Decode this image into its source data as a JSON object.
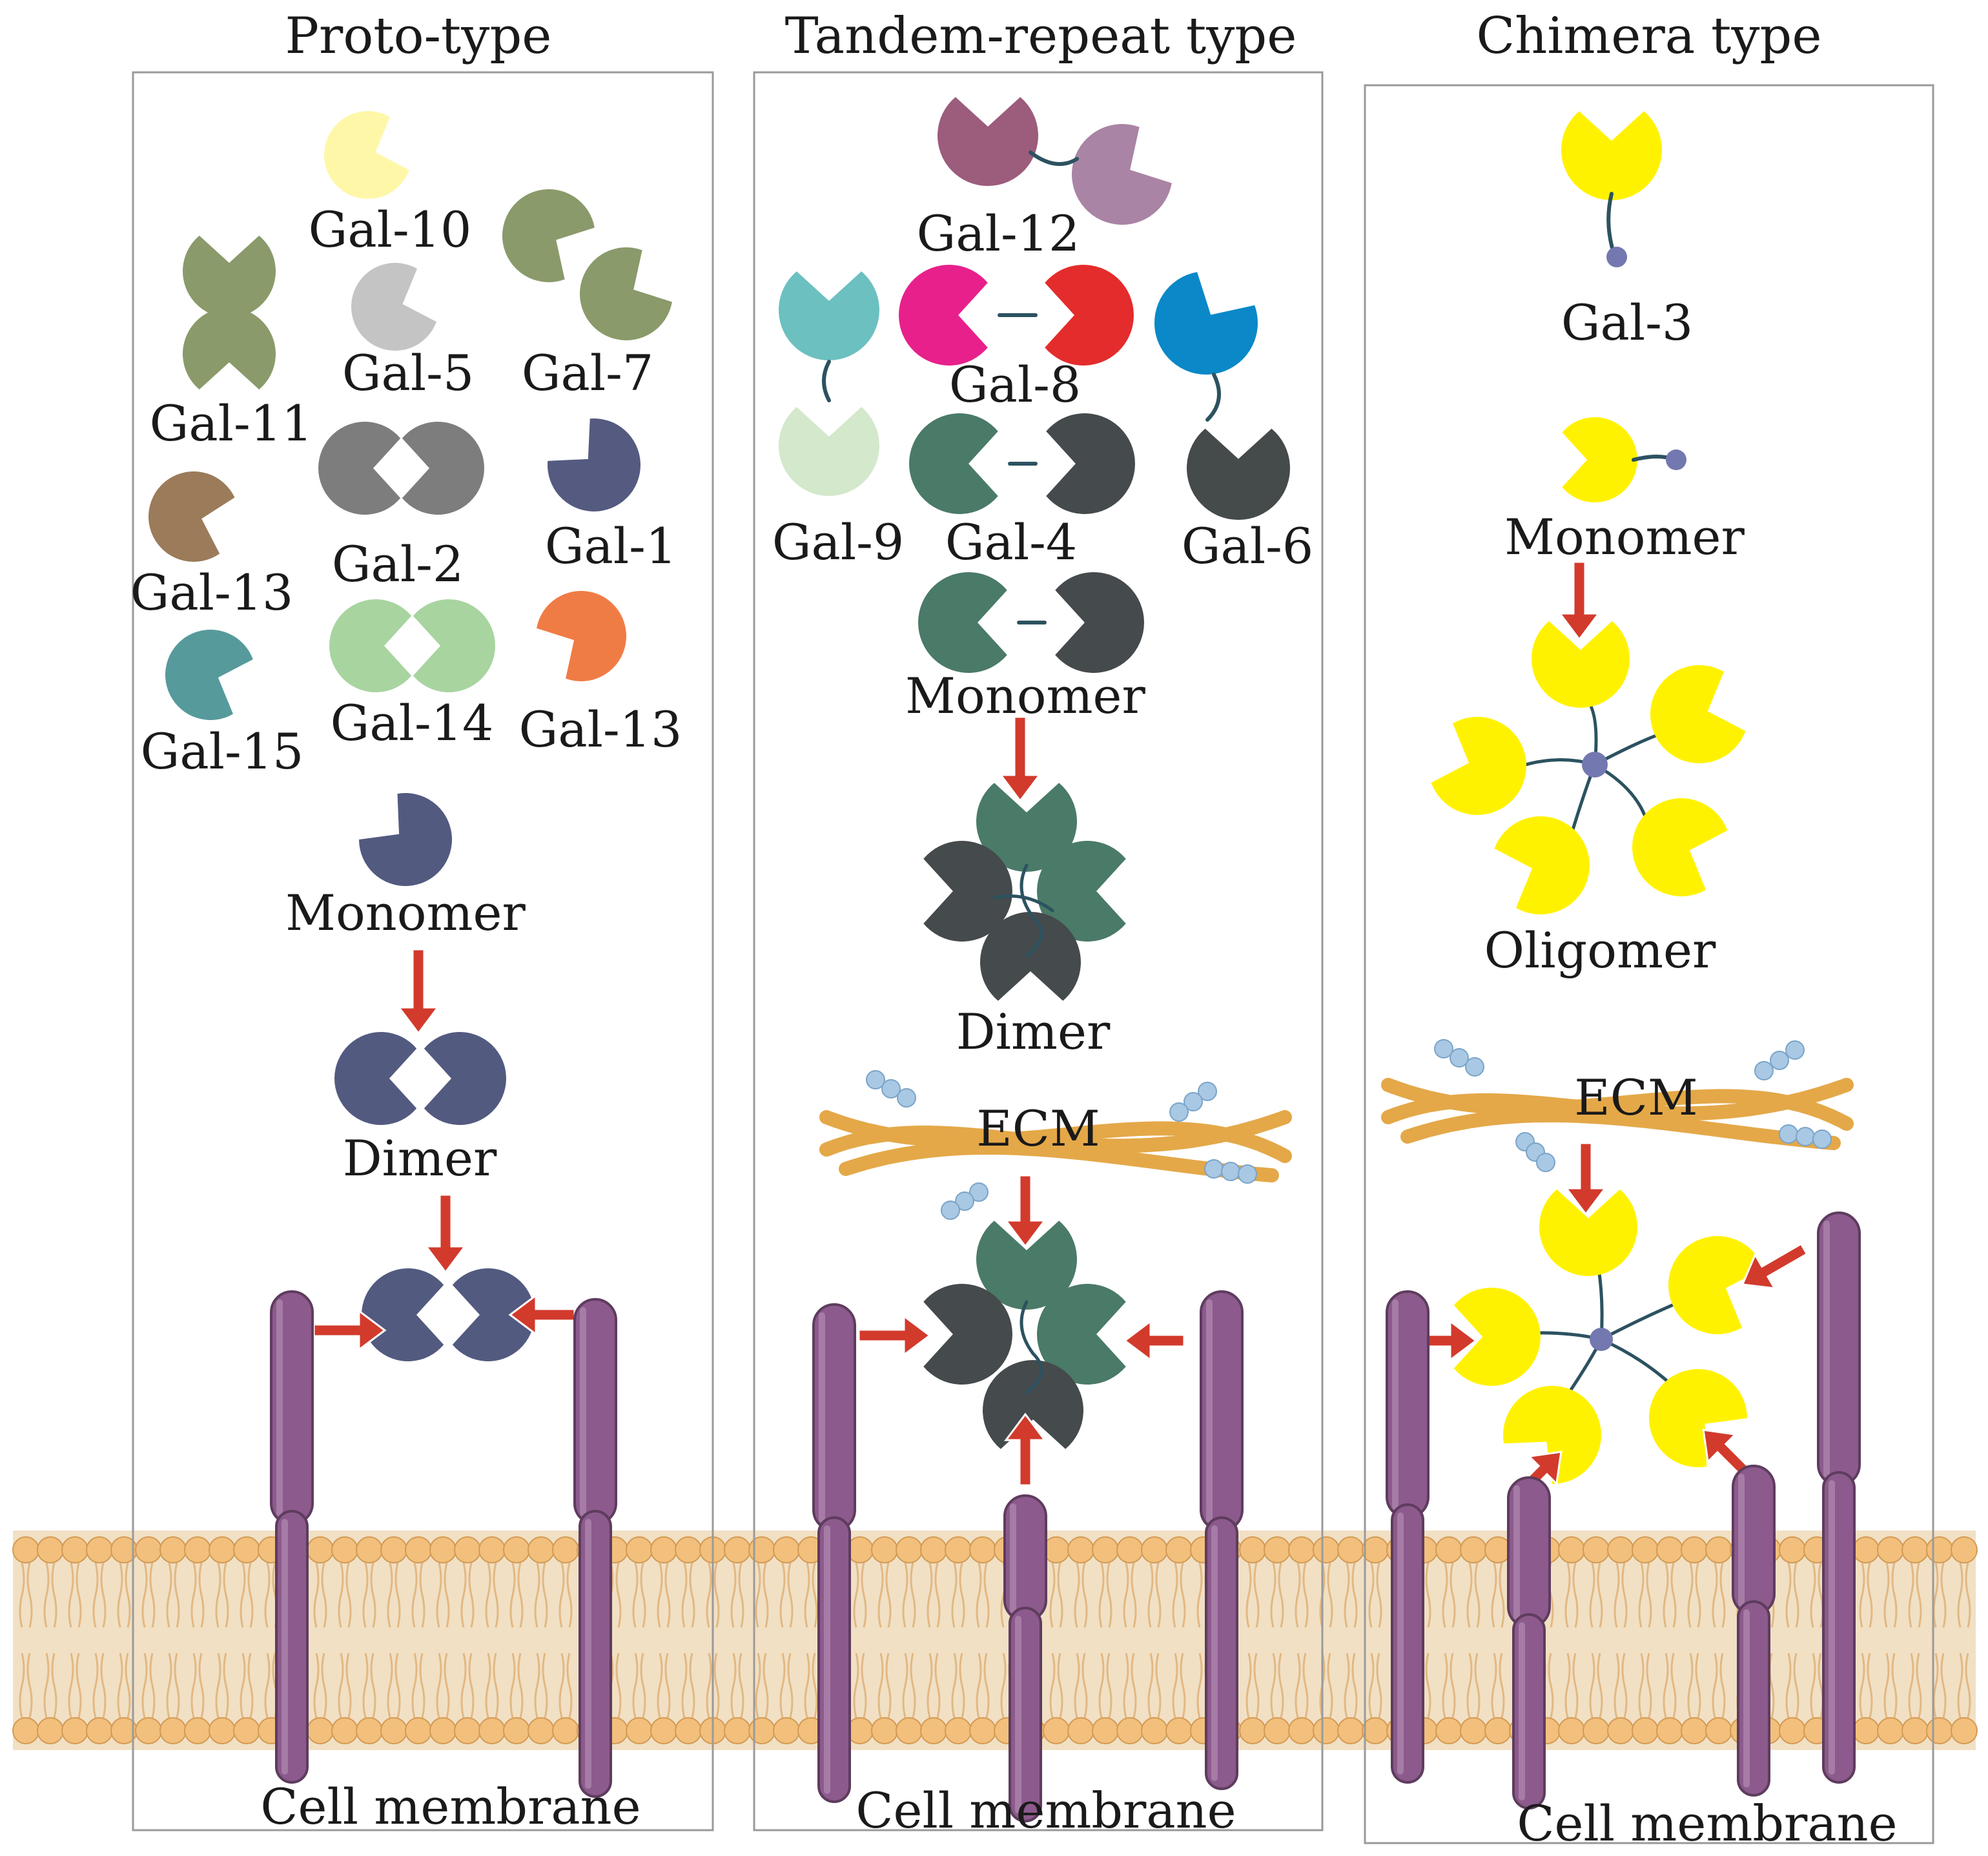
{
  "columns": {
    "proto": {
      "title": "Proto-type",
      "galectins": {
        "g10": "Gal-10",
        "g11": "Gal-11",
        "g5": "Gal-5",
        "g7": "Gal-7",
        "g13a": "Gal-13",
        "g2": "Gal-2",
        "g1": "Gal-1",
        "g15": "Gal-15",
        "g14": "Gal-14",
        "g13b": "Gal-13"
      },
      "monomer": "Monomer",
      "dimer": "Dimer",
      "membrane": "Cell membrane"
    },
    "tandem": {
      "title": "Tandem-repeat type",
      "galectins": {
        "g12": "Gal-12",
        "g8": "Gal-8",
        "g9": "Gal-9",
        "g4": "Gal-4",
        "g6": "Gal-6"
      },
      "monomer": "Monomer",
      "dimer": "Dimer",
      "ecm": "ECM",
      "membrane": "Cell membrane"
    },
    "chimera": {
      "title": "Chimera type",
      "galectins": {
        "g3": "Gal-3"
      },
      "monomer": "Monomer",
      "oligomer": "Oligomer",
      "ecm": "ECM",
      "membrane": "Cell membrane"
    }
  },
  "colors": {
    "gal10": "#fff7a8",
    "gal11": "#8a9a6b",
    "gal5": "#c4c4c4",
    "gal7": "#8a9a6b",
    "gal13a": "#9b7b5a",
    "gal2": "#7d7d7d",
    "gal1": "#555a80",
    "gal15": "#579a9c",
    "gal14": "#a8d4a0",
    "gal13b": "#f07c45",
    "proto_dimer": "#535a80",
    "gal12a": "#9c5c7c",
    "gal12b": "#a984a4",
    "gal9a": "#6cc0c0",
    "gal9b": "#d4e8cc",
    "gal8a": "#e8208c",
    "gal8b": "#e42c2c",
    "gal6a": "#0a88c8",
    "gal6b": "#454a4a",
    "gal4a": "#4a7a68",
    "gal4b": "#454a4c",
    "chimera": "#fff200",
    "linker": "#2c5260",
    "node": "#7478b0",
    "arrow": "#d23a2c",
    "receptor": "#8c5a8c",
    "membrane_head": "#f2c07c",
    "membrane_tail": "#f1e0c4",
    "ecm": "#e4a848",
    "glycan": "#a8c8e4",
    "frame": "#9a9a9a"
  },
  "icons": {
    "galectin": "pacman-crd-icon",
    "arrow": "red-arrow-icon",
    "receptor": "membrane-receptor-icon",
    "ecm": "ecm-fiber-icon"
  }
}
